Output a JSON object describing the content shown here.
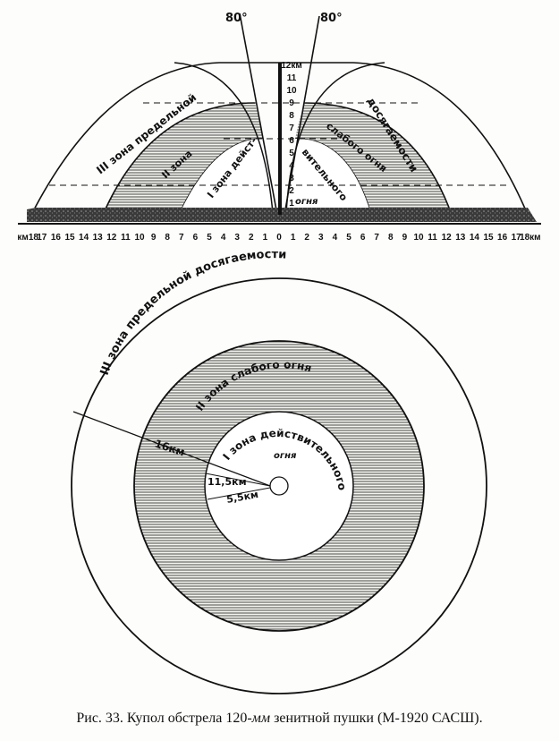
{
  "figure": {
    "caption_prefix": "Рис. 33. Купол обстрела 120-",
    "caption_unit": "мм",
    "caption_suffix": " зенитной пушки (М-1920 САСШ)."
  },
  "elevation": {
    "angle_left": "80°",
    "angle_right": "80°",
    "scale_labels": [
      "12км",
      "11",
      "10",
      "9",
      "8",
      "7",
      "6",
      "5",
      "4",
      "3",
      "2",
      "1"
    ]
  },
  "ground_axis": {
    "left": [
      "км18",
      "17",
      "16",
      "15",
      "14",
      "13",
      "12",
      "11",
      "10",
      "9",
      "8",
      "7",
      "6",
      "5",
      "4",
      "3",
      "2",
      "1"
    ],
    "center": "0",
    "right": [
      "1",
      "2",
      "3",
      "4",
      "5",
      "6",
      "7",
      "8",
      "9",
      "10",
      "11",
      "12",
      "13",
      "14",
      "15",
      "16",
      "17",
      "18км"
    ]
  },
  "side_view": {
    "zone3_left": "III зона предельной",
    "zone3_right": "досягаемости",
    "zone2_left": "II зона",
    "zone2_right": "слабого огня",
    "zone1_left": "I зона дейст-",
    "zone1_right": "вительного",
    "zone1_center": "огня"
  },
  "plan_view": {
    "zone3": "III зона предельной досягаемости",
    "zone2": "II зона слабого огня",
    "zone1": "I зона действительного",
    "zone1_b": "огня",
    "r_outer": "16км",
    "r_middle": "11,5км",
    "r_inner": "5,5км"
  }
}
